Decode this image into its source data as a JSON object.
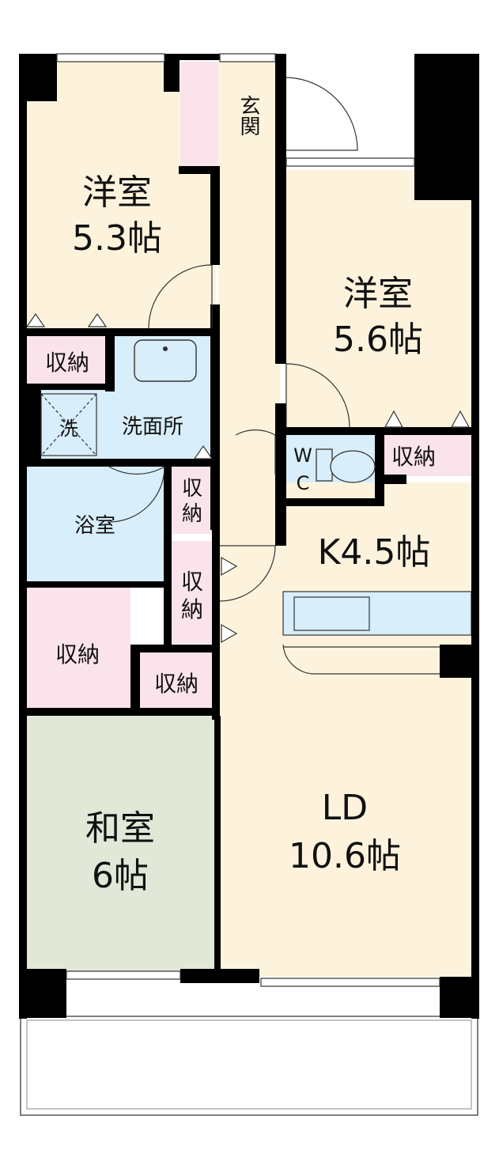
{
  "colors": {
    "wall": "#000000",
    "western_room": "#fdf3dd",
    "storage": "#fbe3ec",
    "wet_area": "#d8eefa",
    "japanese_room": "#e1e8d8",
    "living": "#fdf3dd",
    "balcony": "#ffffff",
    "line": "#333333"
  },
  "rooms": {
    "western_1_name": "洋室",
    "western_1_size": "5.3帖",
    "western_2_name": "洋室",
    "western_2_size": "5.6帖",
    "entrance": "玄関",
    "storage": "収納",
    "washer": "洗",
    "washroom": "洗面所",
    "bathroom": "浴室",
    "wc_w": "W",
    "wc_c": "C",
    "storage_v_1": "収",
    "storage_v_2": "納",
    "kitchen": "K4.5帖",
    "japanese_name": "和室",
    "japanese_size": "6帖",
    "ld_name": "LD",
    "ld_size": "10.6帖"
  }
}
